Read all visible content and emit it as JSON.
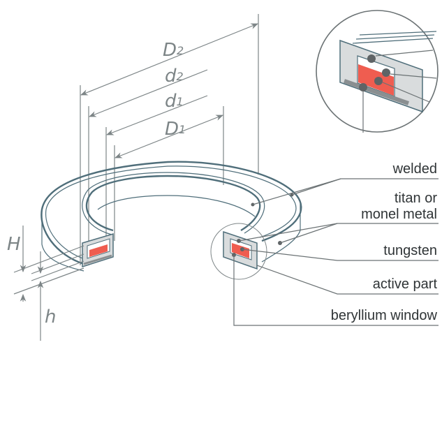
{
  "diagram": {
    "title": "",
    "dimensions": {
      "D2": {
        "letter": "D",
        "sub": "2"
      },
      "d2": {
        "letter": "d",
        "sub": "2"
      },
      "d1": {
        "letter": "d",
        "sub": "1"
      },
      "D1": {
        "letter": "D",
        "sub": "1"
      },
      "H": {
        "letter": "H"
      },
      "h": {
        "letter": "h"
      }
    },
    "legend": [
      {
        "id": "welded",
        "lines": [
          "welded"
        ]
      },
      {
        "id": "titan",
        "lines": [
          "titan or",
          "monel metal"
        ]
      },
      {
        "id": "tungsten",
        "lines": [
          "tungsten"
        ]
      },
      {
        "id": "active",
        "lines": [
          "active part"
        ]
      },
      {
        "id": "beryllium",
        "lines": [
          "beryllium window"
        ]
      }
    ],
    "colors": {
      "ring_stroke": "#4f6e7a",
      "body_fill": "#d9dcdd",
      "active_part": "#ef5d50",
      "dimension_lines": "#7d8587",
      "callout_dots": "#5f6466"
    }
  }
}
